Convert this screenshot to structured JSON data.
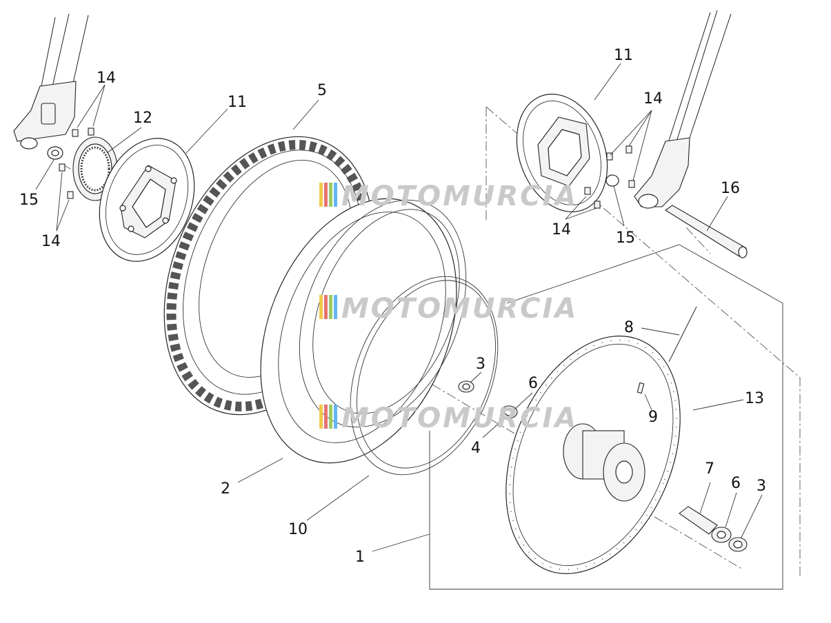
{
  "diagram": {
    "callouts": [
      {
        "id": "c1",
        "label": "1"
      },
      {
        "id": "c2",
        "label": "2"
      },
      {
        "id": "c3a",
        "label": "3"
      },
      {
        "id": "c3b",
        "label": "3"
      },
      {
        "id": "c4",
        "label": "4"
      },
      {
        "id": "c5",
        "label": "5"
      },
      {
        "id": "c6a",
        "label": "6"
      },
      {
        "id": "c6b",
        "label": "6"
      },
      {
        "id": "c7",
        "label": "7"
      },
      {
        "id": "c8",
        "label": "8"
      },
      {
        "id": "c9",
        "label": "9"
      },
      {
        "id": "c10",
        "label": "10"
      },
      {
        "id": "c11a",
        "label": "11"
      },
      {
        "id": "c11b",
        "label": "11"
      },
      {
        "id": "c12",
        "label": "12"
      },
      {
        "id": "c13",
        "label": "13"
      },
      {
        "id": "c14a",
        "label": "14"
      },
      {
        "id": "c14b",
        "label": "14"
      },
      {
        "id": "c14c",
        "label": "14"
      },
      {
        "id": "c14d",
        "label": "14"
      },
      {
        "id": "c15a",
        "label": "15"
      },
      {
        "id": "c15b",
        "label": "15"
      },
      {
        "id": "c16",
        "label": "16"
      }
    ],
    "watermark": {
      "text": "MOTOMURCIA",
      "colors": [
        "#f2c94c",
        "#e57373",
        "#9ccc65",
        "#64b5f6"
      ]
    }
  }
}
